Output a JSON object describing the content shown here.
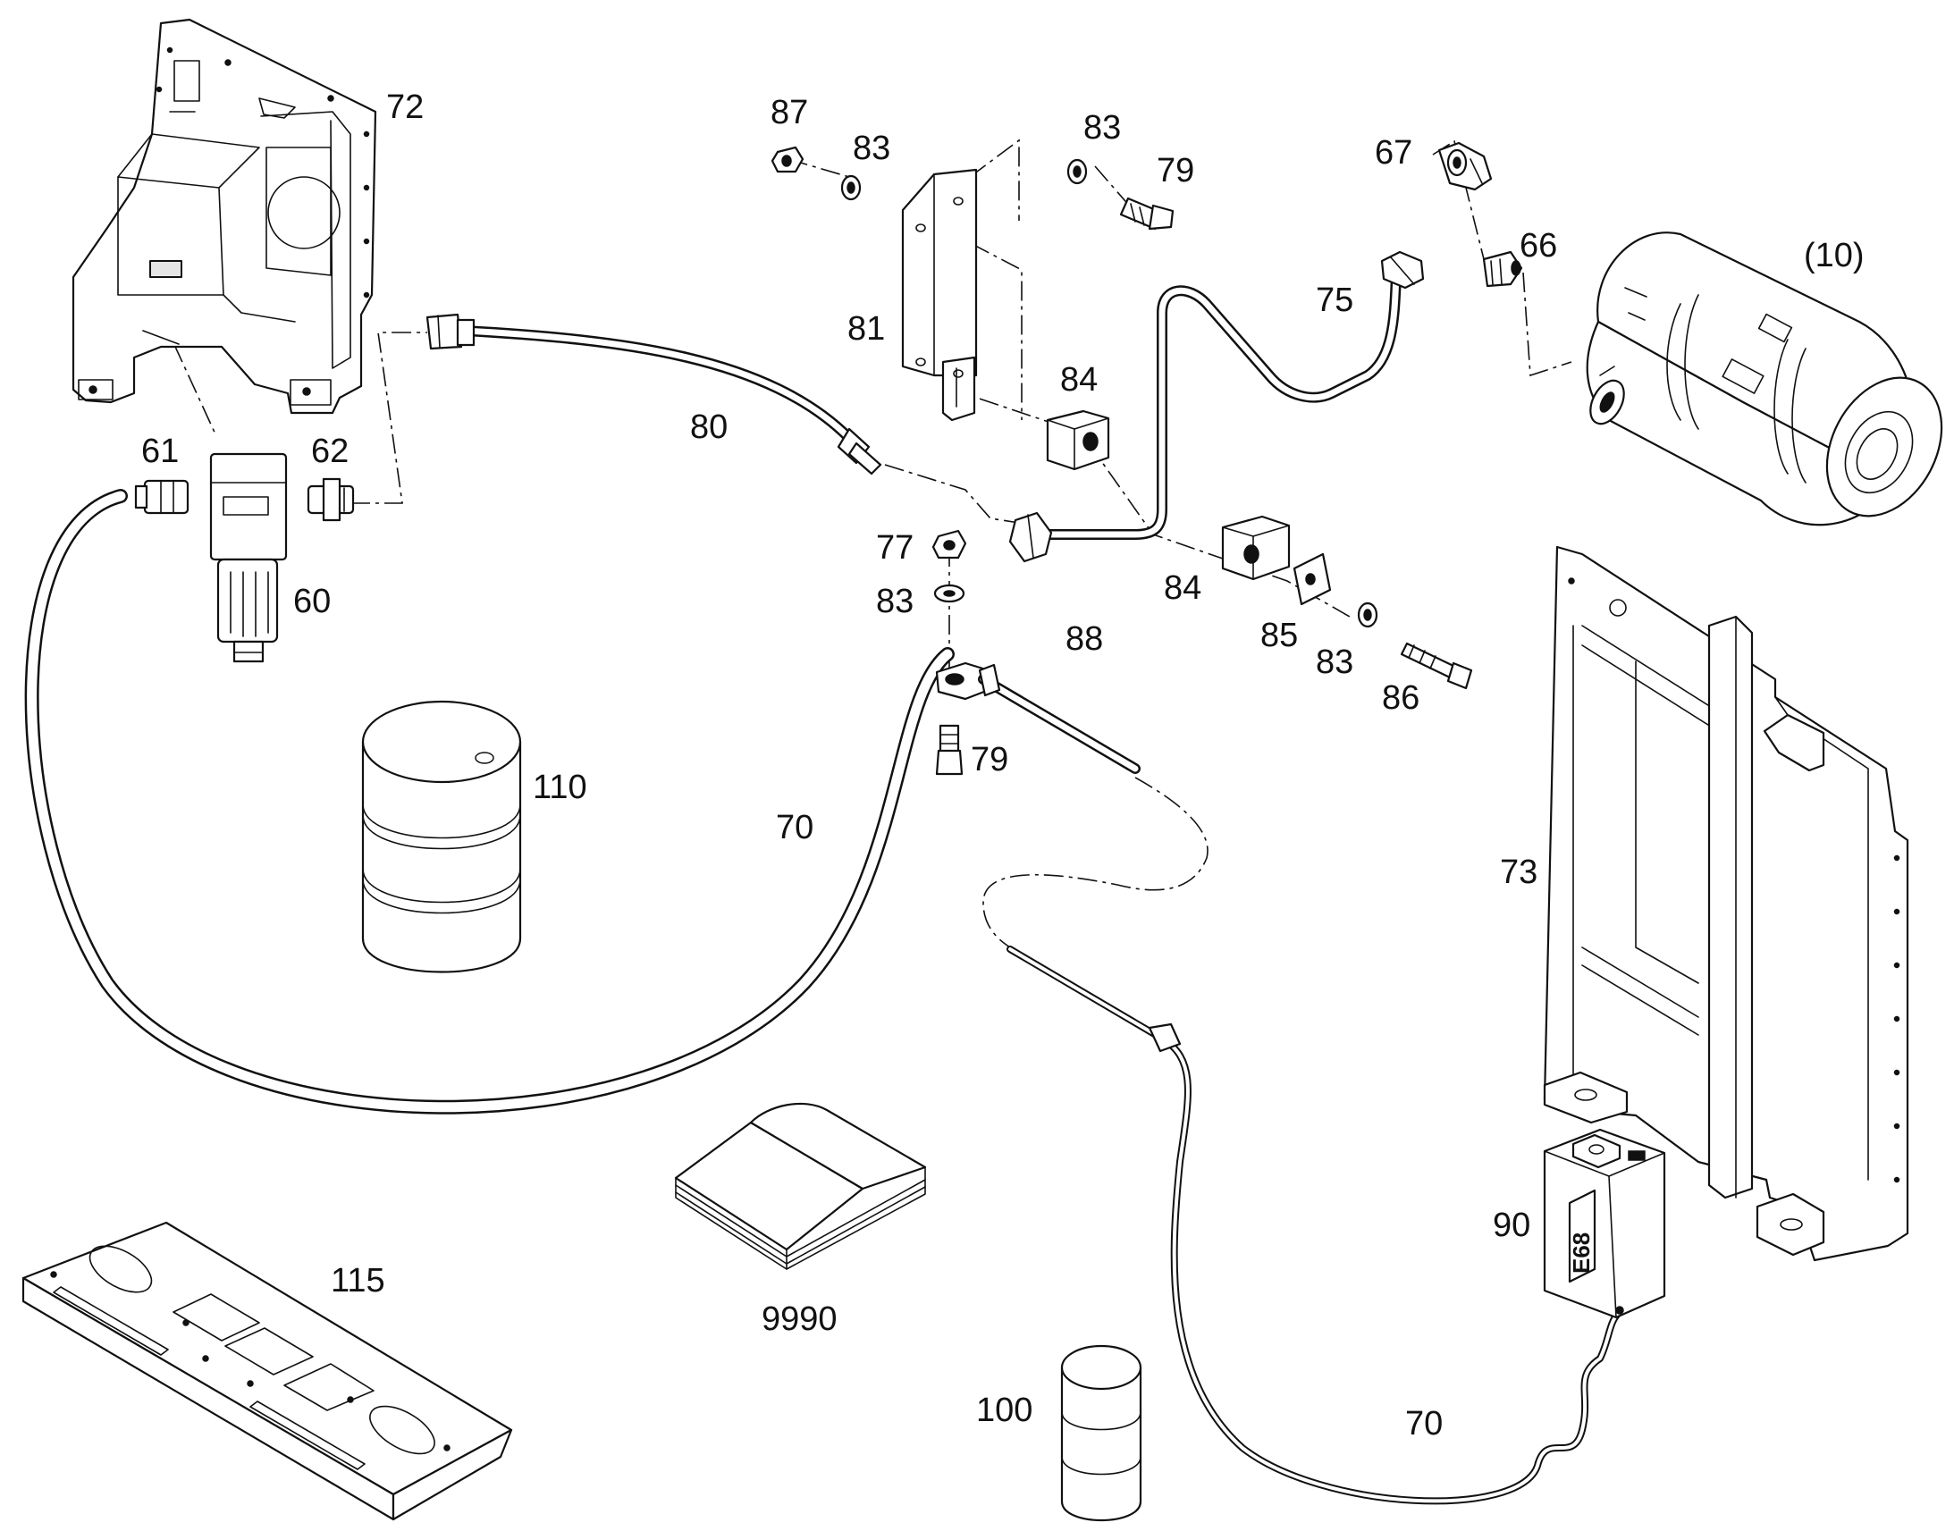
{
  "callouts": {
    "c72": "72",
    "c87": "87",
    "c83a": "83",
    "c83b": "83",
    "c79a": "79",
    "c67": "67",
    "c66": "66",
    "c10": "(10)",
    "c75": "75",
    "c81": "81",
    "c84a": "84",
    "c80": "80",
    "c61": "61",
    "c62": "62",
    "c60": "60",
    "c77": "77",
    "c83c": "83",
    "c84b": "84",
    "c85": "85",
    "c83d": "83",
    "c86": "86",
    "c88": "88",
    "c79b": "79",
    "c110": "110",
    "c70a": "70",
    "c73": "73",
    "c90": "90",
    "c9990": "9990",
    "c115": "115",
    "c100": "100",
    "c70b": "70"
  },
  "display_label": "E68"
}
